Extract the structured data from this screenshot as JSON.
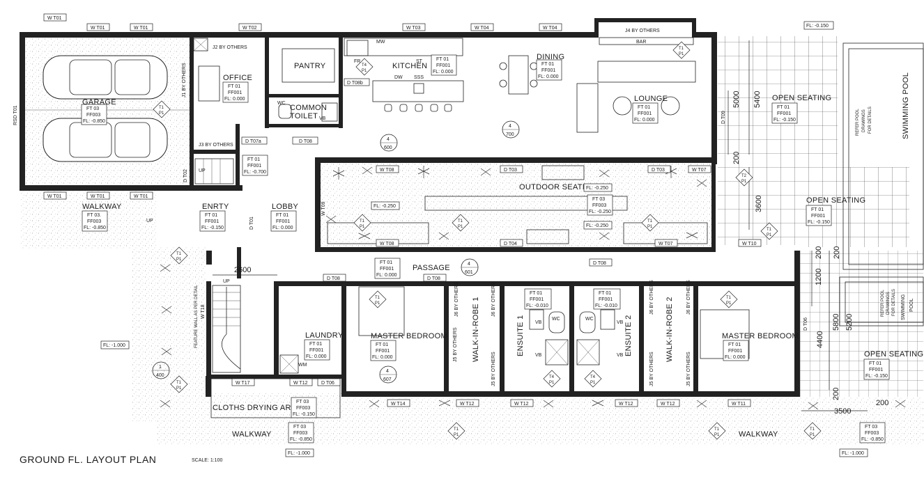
{
  "title": "GROUND FL. LAYOUT PLAN",
  "scale": "SCALE: 1:100",
  "rooms": {
    "garage": "GARAGE",
    "office": "OFFICE",
    "pantry": "PANTRY",
    "kitchen": "KITCHEN",
    "dining": "DINING",
    "lounge": "LOUNGE",
    "common_toilet_1": "COMMON",
    "common_toilet_2": "TOILET",
    "walkway_left": "WALKWAY",
    "entry": "ENRTY",
    "lobby": "LOBBY",
    "outdoor_seating": "OUTDOOR SEATING",
    "passage": "PASSAGE",
    "laundry": "LAUNDRY",
    "master_bedroom_1": "MASTER  BEDROOM",
    "walk_in_robe_1": "WALK-IN-ROBE 1",
    "ensuite_1": "ENSUITE 1",
    "ensuite_2": "ENSUITE 2",
    "walk_in_robe_2": "WALK-IN-ROBE 2",
    "master_bedroom_2": "MASTER  BEDROOM",
    "open_seating_1": "OPEN SEATING",
    "open_seating_2": "OPEN SEATING",
    "open_seating_3": "OPEN SEATING",
    "swimming_pool_1": "SWIMMING POOL",
    "swimming_pool_2a": "SWIMMING",
    "swimming_pool_2b": "POOL",
    "cloths_drying": "CLOTHS DRYING AREA",
    "walkway_bottom_1": "WALKWAY",
    "walkway_bottom_2": "WALKWAY",
    "bar": "BAR",
    "feature_wall": "FEATURE WALL AS PER DETAIL"
  },
  "finish_tags": {
    "garage": [
      "FT 03",
      "FF003",
      "FL: -0.850"
    ],
    "office": [
      "FT 01",
      "FF001",
      "FL: 0.000"
    ],
    "kitchen": [
      "FT 01",
      "FF001",
      "FL: 0.000"
    ],
    "dining": [
      "FT 01",
      "FF001",
      "FL: 0.000"
    ],
    "lounge": [
      "FT 01",
      "FF001",
      "FL: 0.000"
    ],
    "walkway": [
      "FT 03.",
      "FF003",
      "FL: -0.850"
    ],
    "entry": [
      "FT 01",
      "FF001",
      "FL: -0.150"
    ],
    "lobby": [
      "FT 01",
      "FF001",
      "FL: 0.000"
    ],
    "stair_landing": [
      "FT 01",
      "FF001",
      "FL: -0.700"
    ],
    "passage": [
      "FT 01",
      "FF001",
      "FL: 0.000"
    ],
    "laundry": [
      "FT 01",
      "FF001",
      "FL: 0.000"
    ],
    "master1": [
      "FT 01",
      "FF001",
      "FL: 0.000"
    ],
    "ensuite1": [
      "FT 01",
      "FF001",
      "FL: -0.010"
    ],
    "ensuite2": [
      "FT 01",
      "FF001",
      "FL: -0.010"
    ],
    "master2": [
      "FT 01",
      "FF001",
      "FL: 0.000"
    ],
    "open1": [
      "FT 01",
      "FF001",
      "FL: -0.150"
    ],
    "open2": [
      "FT 01",
      "FF001",
      "FL: -0.150"
    ],
    "open3": [
      "FT 01",
      "FF001",
      "FL: -0.150"
    ],
    "outdoor": [
      "FT 03",
      "FF003",
      "FL: -0.250"
    ],
    "drying": [
      "FT 03",
      "FF003",
      "FL: -0.150"
    ],
    "walkway_bottom": [
      "FT 03",
      "FF003",
      "FL: -0.850"
    ],
    "walkway_bottom_right": [
      "FT 03",
      "FF003",
      "FL: -0.850"
    ]
  },
  "levels": {
    "fl_top_right": "FL: -0.150",
    "fl_left": "FL: -1.000",
    "fl_bottom_left": "FL: -1.000",
    "fl_bottom_right": "FL: -1.000",
    "outdoor_a": "FL: -0.250",
    "outdoor_b": "FL: -0.250",
    "outdoor_c": "FL: -0.250"
  },
  "window_tags": {
    "wt01a": "W T01",
    "wt01b": "W T01",
    "wt01c": "W T01",
    "wt02": "W T02",
    "wt03": "W T03",
    "wt04a": "W T04",
    "wt04b": "W T04",
    "wt01d": "W T01",
    "wt01e": "W T01",
    "wt01f": "W T01",
    "wt08a": "W T08",
    "wt08b": "W T08",
    "wt09": "W T09",
    "wt07a": "W T07",
    "wt07b": "W T07",
    "wt10": "W T10",
    "wt17": "W T17",
    "wt12a": "W T12",
    "wt14": "W T14",
    "wt12b": "W T12",
    "wt12c": "W T12",
    "wt12d": "W T12",
    "wt12e": "W T12",
    "wt11": "W T11",
    "wt18": "W T18"
  },
  "door_tags": {
    "dt07a": "D T07a",
    "dt08a": "D T08",
    "dt08b": "D T08b",
    "dt03a": "D T03",
    "dt03b": "D T03",
    "dt04": "D T04",
    "dt08c": "D T08",
    "dt08d": "D T08",
    "dt08e": "D T08",
    "dt01": "D T01",
    "dt06": "D T06",
    "dt06b": "D T06",
    "dt09": "D T09",
    "rsd": "RSD T01",
    "dt02": "D T02"
  },
  "others": {
    "j2": "J2 BY OTHERS",
    "j1": "J1 BY OTHERS",
    "j3": "J3 BY OTHERS",
    "j4": "J4 BY OTHERS",
    "j5a": "J5 BY OTHERS",
    "j5b": "J5 BY OTHERS",
    "j5c": "J5 BY OTHERS",
    "j5d": "J5 BY OTHERS",
    "j6a": "J6 BY OTHERS",
    "j6b": "J6 BY OTHERS",
    "j5e": "J5 BY OTHERS"
  },
  "fixtures": {
    "mw": "MW",
    "st": "ST",
    "dw": "DW",
    "sss": "SSS",
    "fr": "FR",
    "wc": "WC",
    "vb": "VB",
    "wm": "WM",
    "up1": "UP",
    "up2": "UP"
  },
  "dimensions": {
    "d2600": "2600",
    "d5000": "5000",
    "d5400": "5400",
    "d200a": "200",
    "d3600": "3600",
    "d200b": "200",
    "d1200": "1200",
    "d200c": "200",
    "d4400": "4400",
    "d5800": "5800",
    "d5200": "5200",
    "d200d": "200",
    "d3500": "3500",
    "d200e": "200"
  },
  "section_marks": {
    "s1": [
      "4",
      "600"
    ],
    "s2": [
      "4",
      "700"
    ],
    "s3": [
      "4",
      "601"
    ],
    "s4": [
      "4",
      "607"
    ],
    "s5": [
      "1",
      "400"
    ]
  },
  "pool_note": [
    "REFER POOL",
    "DRAWINGS",
    "FOR DETAILS"
  ],
  "diamond_tags": [
    "T1",
    "P1",
    "T4",
    "T2"
  ]
}
